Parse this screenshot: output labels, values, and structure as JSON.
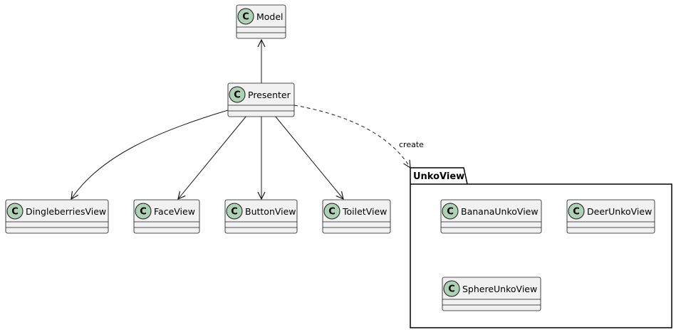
{
  "colors": {
    "class_fill": "#F1F1F1",
    "class_border": "#181818",
    "badge_fill": "#ADD1B2",
    "line": "#181818"
  },
  "badge_letter": "C",
  "classes": {
    "model": "Model",
    "presenter": "Presenter",
    "dingleberries": "DingleberriesView",
    "face": "FaceView",
    "button": "ButtonView",
    "toilet": "ToiletView",
    "banana": "BananaUnkoView",
    "deer": "DeerUnkoView",
    "sphere": "SphereUnkoView"
  },
  "package": {
    "name": "UnkoView"
  },
  "edges": {
    "create_label": "create"
  }
}
